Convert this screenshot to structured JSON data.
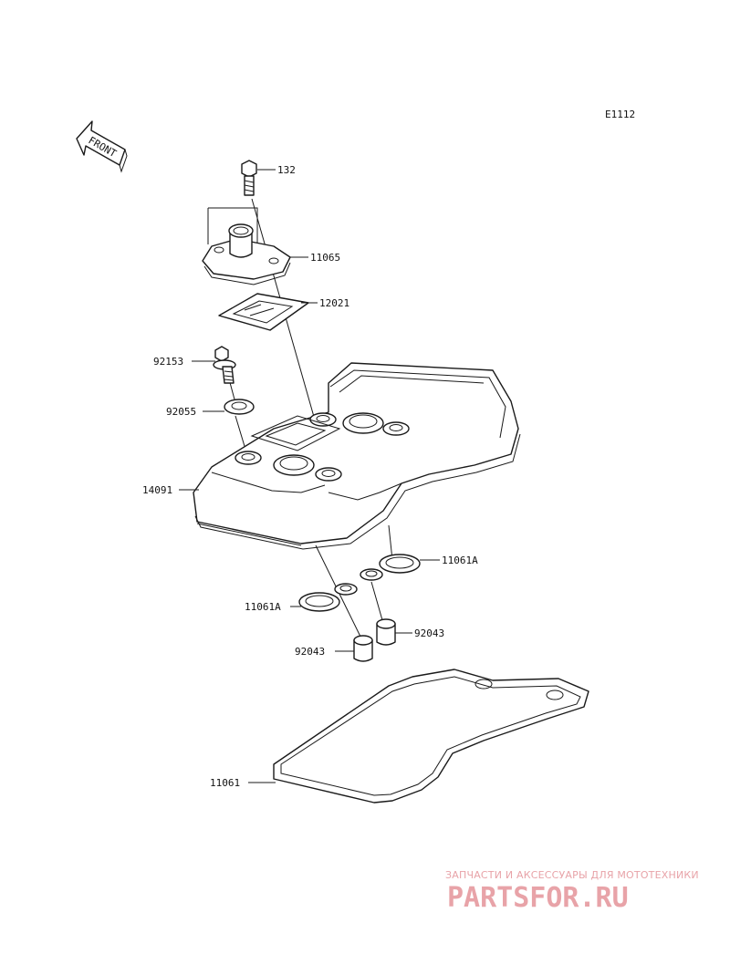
{
  "diagram": {
    "code": "E1112",
    "front_label": "FRONT",
    "callouts": [
      {
        "id": "bolt",
        "text": "132"
      },
      {
        "id": "breather-cover",
        "text": "11065"
      },
      {
        "id": "plate",
        "text": "12021"
      },
      {
        "id": "cover-bolt",
        "text": "92153"
      },
      {
        "id": "washer",
        "text": "92055"
      },
      {
        "id": "cylinder-head-cover",
        "text": "14091"
      },
      {
        "id": "plug-gasket-right",
        "text": "11061A"
      },
      {
        "id": "plug-gasket-left",
        "text": "11061A"
      },
      {
        "id": "dowel-right",
        "text": "92043"
      },
      {
        "id": "dowel-left",
        "text": "92043"
      },
      {
        "id": "head-cover-gasket",
        "text": "11061"
      }
    ]
  },
  "watermark": {
    "tagline": "ЗАПЧАСТИ И АКСЕССУАРЫ ДЛЯ МОТОТЕХНИКИ",
    "brand": "PARTSFOR.RU",
    "color": "#e8a3a8"
  }
}
